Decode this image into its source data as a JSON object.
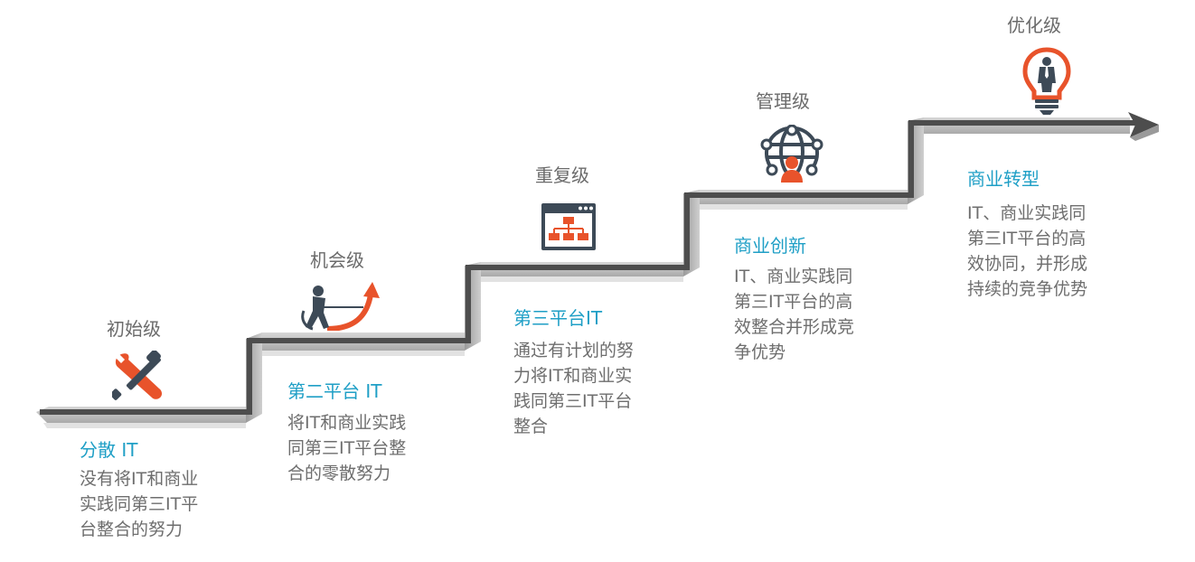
{
  "levels": [
    {
      "name": "初始级",
      "title": "分散 IT",
      "icon": "tools-icon",
      "desc": [
        "没有将IT和商业",
        "实践同第三IT平",
        "台整合的努力"
      ]
    },
    {
      "name": "机会级",
      "title": "第二平台 IT",
      "icon": "tug-of-war-icon",
      "desc": [
        "将IT和商业实践",
        "同第三IT平台整",
        "合的零散努力"
      ]
    },
    {
      "name": "重复级",
      "title": "第三平台IT",
      "icon": "org-chart-icon",
      "desc": [
        "通过有计划的努",
        "力将IT和商业实",
        "践同第三IT平台",
        "整合"
      ]
    },
    {
      "name": "管理级",
      "title": "商业创新",
      "icon": "globe-network-icon",
      "desc": [
        "IT、商业实践同",
        "第三IT平台的高",
        "效整合并形成竞",
        "争优势"
      ]
    },
    {
      "name": "优化级",
      "title": "商业转型",
      "icon": "lightbulb-person-icon",
      "desc": [
        "IT、商业实践同",
        "第三IT平台的高",
        "效协同，并形成",
        "持续的竞争优势"
      ]
    }
  ],
  "colors": {
    "accent": "#e8532b",
    "title": "#1f9fc6",
    "dark": "#3d4a57",
    "stair": "#bdbdbd"
  }
}
